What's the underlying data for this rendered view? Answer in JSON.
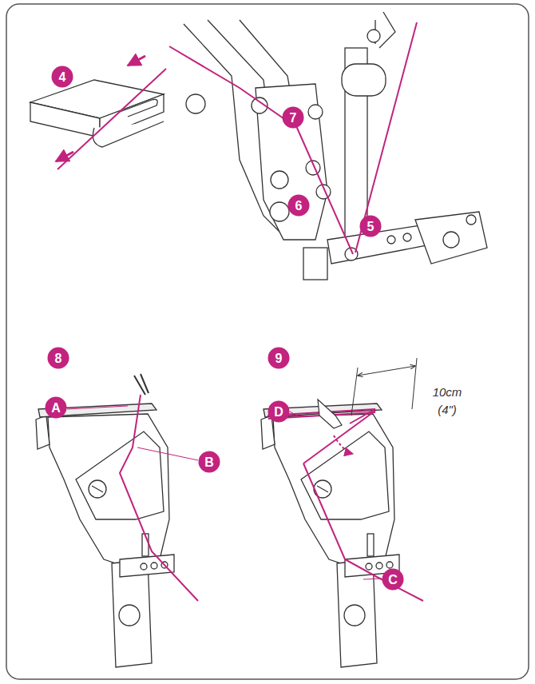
{
  "diagram": {
    "labels": [
      "4",
      "7",
      "6",
      "5",
      "8",
      "A",
      "B",
      "9",
      "10cm",
      "(4\")",
      "D",
      "C"
    ]
  }
}
